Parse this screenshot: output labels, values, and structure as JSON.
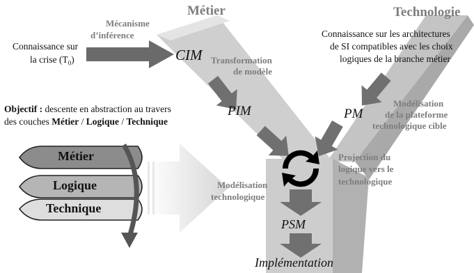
{
  "titles": {
    "metier": "Métier",
    "technologie": "Technologie"
  },
  "inference": {
    "line1": "Mécanisme",
    "line2": "d’inférence"
  },
  "crise": {
    "line1": "Connaissance sur",
    "line2_main": "la crise (T",
    "line2_sub": "0",
    "line2_end": ")"
  },
  "archi": {
    "line1": "Connaissance sur les architectures",
    "line2": "de SI compatibles avec les choix",
    "line3": "logiques de la branche métier"
  },
  "models": {
    "cim": "CIM",
    "pim": "PIM",
    "pm": "PM",
    "psm": "PSM",
    "impl": "Implémentation"
  },
  "transformation": {
    "line1": "Transformation",
    "line2": "de modèle"
  },
  "modelisation_plateforme": {
    "line1": "Modélisation",
    "line2": "de la plateforme",
    "line3": "technologique cible"
  },
  "projection": {
    "line1": "Projection du",
    "line2": "logique vers le",
    "line3": "technologique"
  },
  "modelisation_techno": {
    "line1": "Modélisation",
    "line2": "technologique"
  },
  "objectif": {
    "label": "Objectif :",
    "text1": " descente en abstraction au travers",
    "text2": "des couches ",
    "b1": "Métier",
    "sep1": " / ",
    "b2": "Logique",
    "sep2": " / ",
    "b3": "Technique"
  },
  "layers": [
    "Métier",
    "Logique",
    "Technique"
  ],
  "colors": {
    "band": "#cfcfcf",
    "band_side": "#a9a9a9",
    "arrow": "#707070",
    "label_gray": "#7d7d7d",
    "layer_top": "#8c8c8c",
    "layer_mid": "#b5b5b5",
    "layer_bot": "#dedede"
  }
}
